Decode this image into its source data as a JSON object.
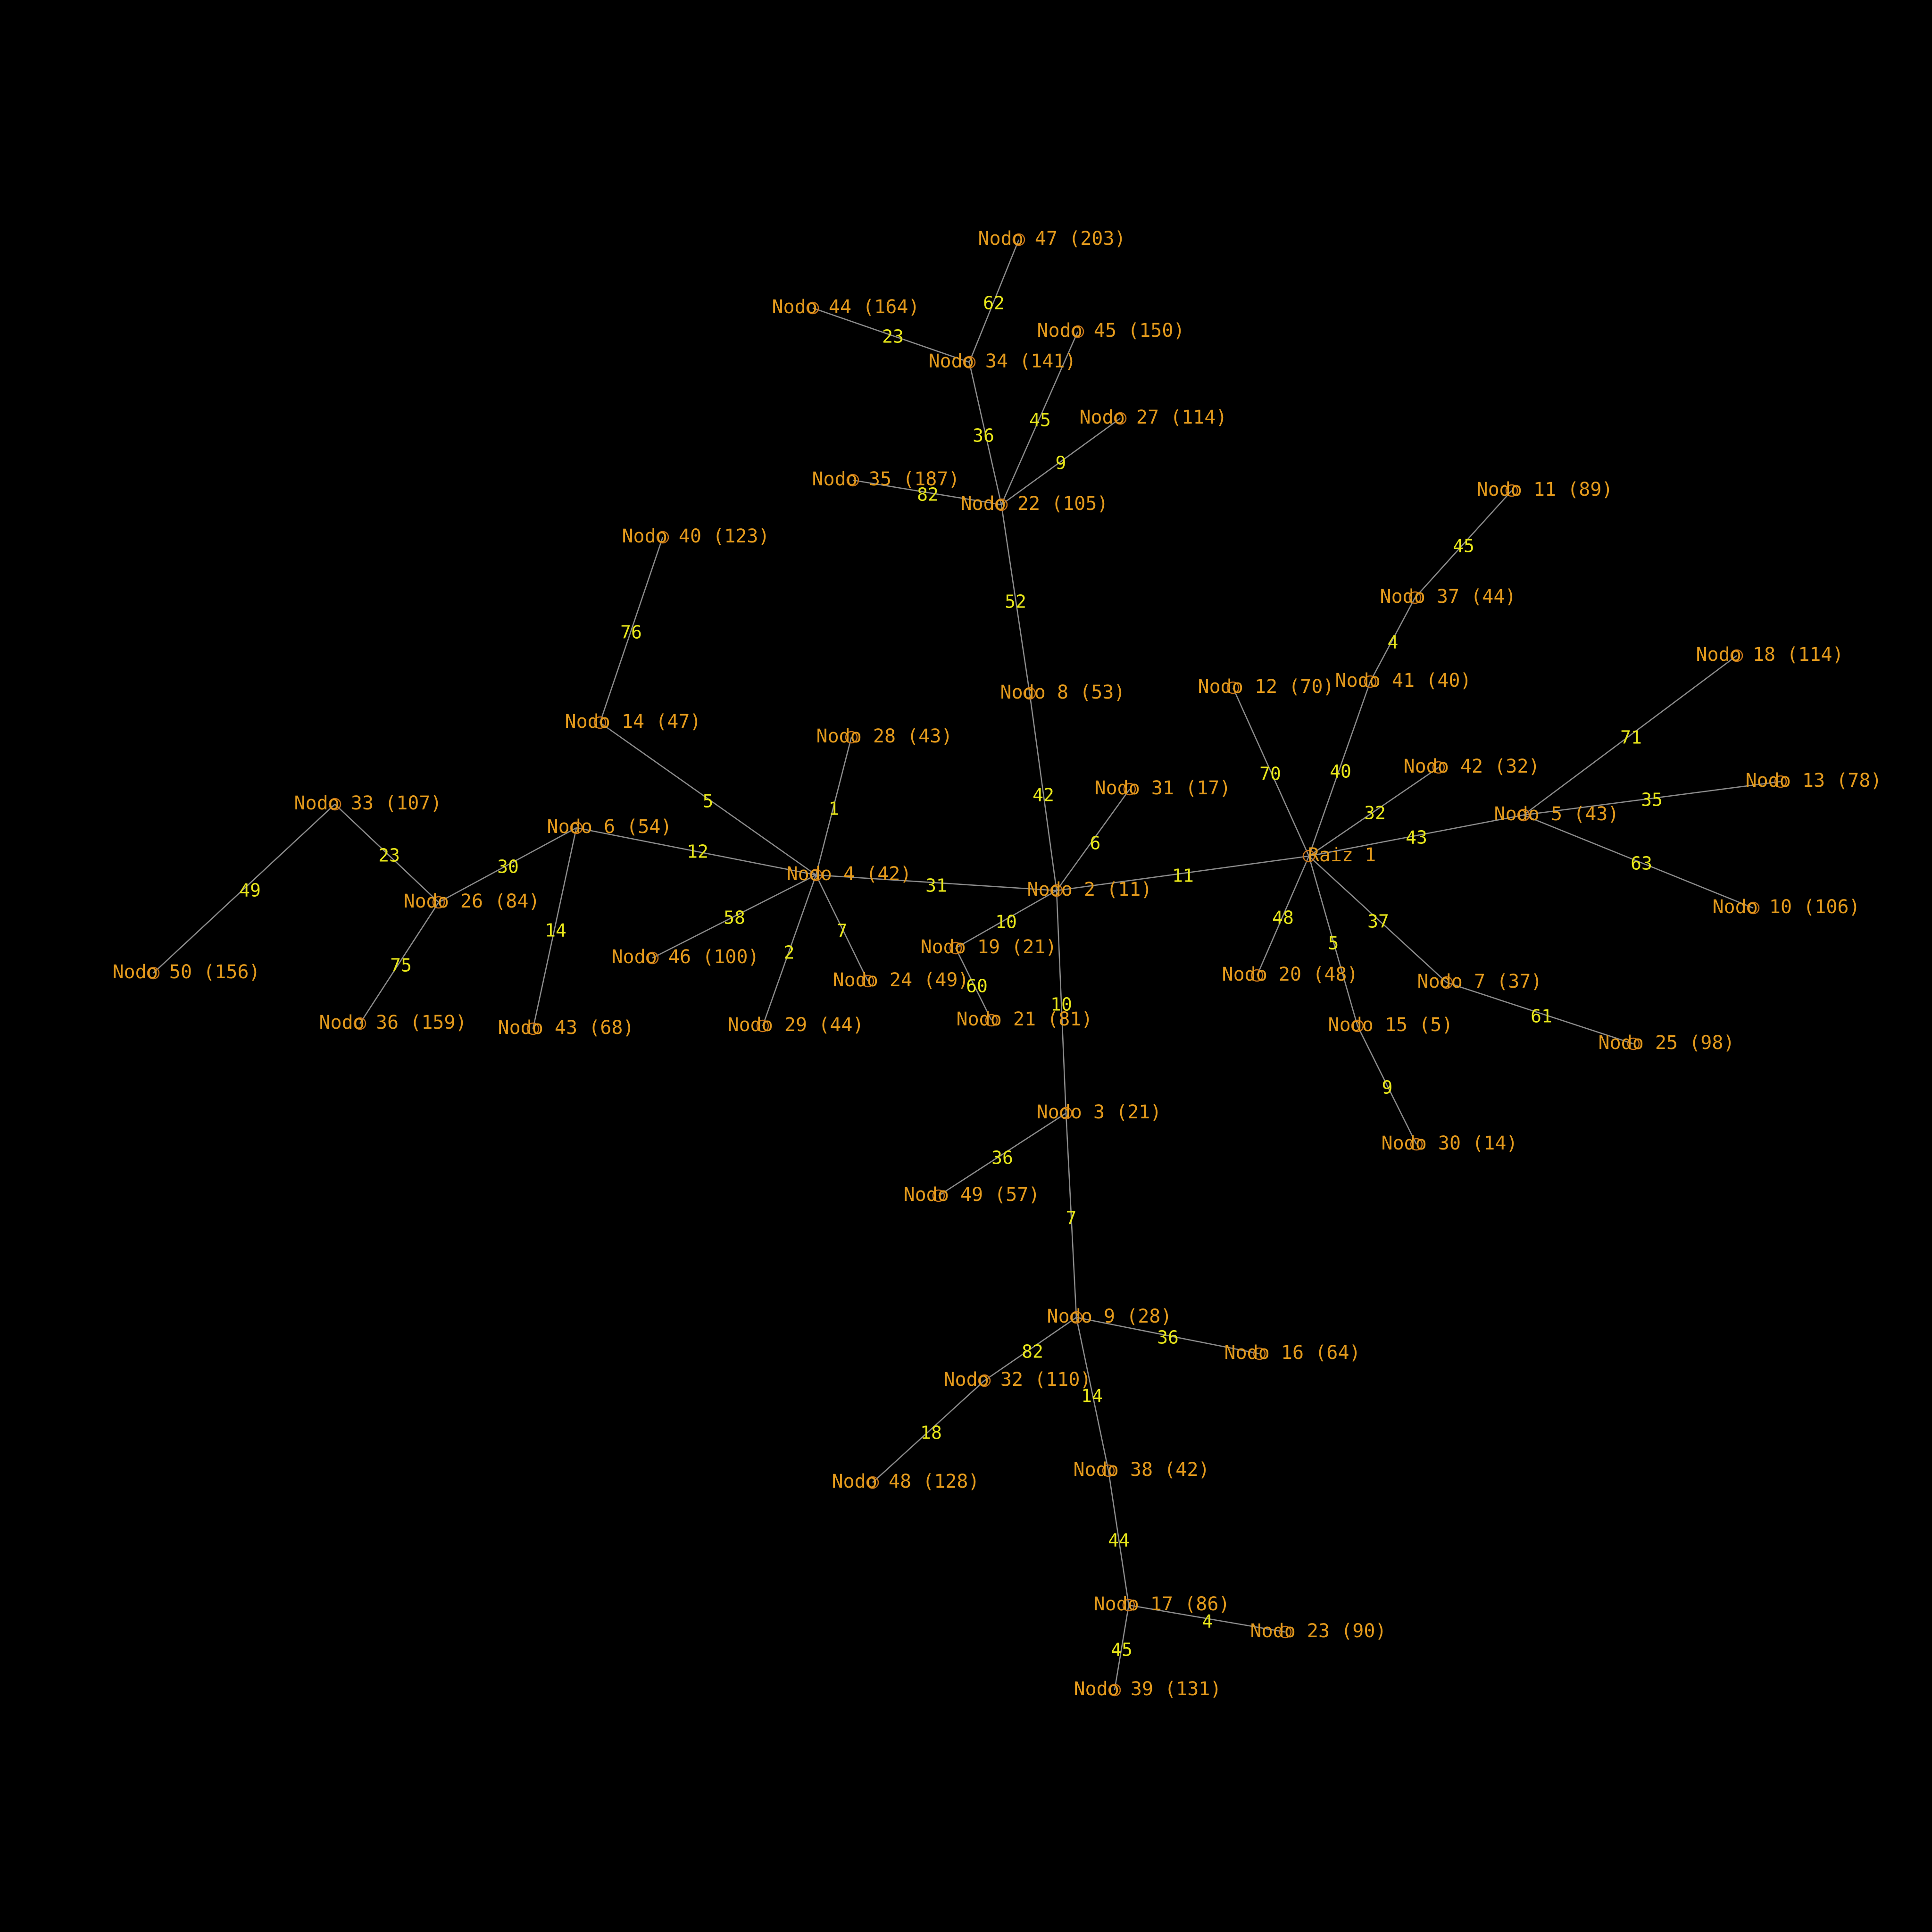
{
  "graph": {
    "colors": {
      "background": "#000000",
      "edge": "#8a8a8a",
      "node_label": "#e39a1c",
      "weight_label": "#e8e61a"
    },
    "nodes": [
      {
        "id": "raiz",
        "label": "Raiz 1"
      },
      {
        "id": "n2",
        "label": "Nodo 2 (11)"
      },
      {
        "id": "n3",
        "label": "Nodo 3 (21)"
      },
      {
        "id": "n4",
        "label": "Nodo 4 (42)"
      },
      {
        "id": "n5",
        "label": "Nodo 5 (43)"
      },
      {
        "id": "n6",
        "label": "Nodo 6 (54)"
      },
      {
        "id": "n7",
        "label": "Nodo 7 (37)"
      },
      {
        "id": "n8",
        "label": "Nodo 8 (53)"
      },
      {
        "id": "n9",
        "label": "Nodo 9 (28)"
      },
      {
        "id": "n10",
        "label": "Nodo 10 (106)"
      },
      {
        "id": "n11",
        "label": "Nodo 11 (89)"
      },
      {
        "id": "n12",
        "label": "Nodo 12 (70)"
      },
      {
        "id": "n13",
        "label": "Nodo 13 (78)"
      },
      {
        "id": "n14",
        "label": "Nodo 14 (47)"
      },
      {
        "id": "n15",
        "label": "Nodo 15 (5)"
      },
      {
        "id": "n16",
        "label": "Nodo 16 (64)"
      },
      {
        "id": "n17",
        "label": "Nodo 17 (86)"
      },
      {
        "id": "n18",
        "label": "Nodo 18 (114)"
      },
      {
        "id": "n19",
        "label": "Nodo 19 (21)"
      },
      {
        "id": "n20",
        "label": "Nodo 20 (48)"
      },
      {
        "id": "n21",
        "label": "Nodo 21 (81)"
      },
      {
        "id": "n22",
        "label": "Nodo 22 (105)"
      },
      {
        "id": "n23",
        "label": "Nodo 23 (90)"
      },
      {
        "id": "n24",
        "label": "Nodo 24 (49)"
      },
      {
        "id": "n25",
        "label": "Nodo 25 (98)"
      },
      {
        "id": "n26",
        "label": "Nodo 26 (84)"
      },
      {
        "id": "n27",
        "label": "Nodo 27 (114)"
      },
      {
        "id": "n28",
        "label": "Nodo 28 (43)"
      },
      {
        "id": "n29",
        "label": "Nodo 29 (44)"
      },
      {
        "id": "n30",
        "label": "Nodo 30 (14)"
      },
      {
        "id": "n31",
        "label": "Nodo 31 (17)"
      },
      {
        "id": "n32",
        "label": "Nodo 32 (110)"
      },
      {
        "id": "n33",
        "label": "Nodo 33 (107)"
      },
      {
        "id": "n34",
        "label": "Nodo 34 (141)"
      },
      {
        "id": "n35",
        "label": "Nodo 35 (187)"
      },
      {
        "id": "n36",
        "label": "Nodo 36 (159)"
      },
      {
        "id": "n37",
        "label": "Nodo 37 (44)"
      },
      {
        "id": "n38",
        "label": "Nodo 38 (42)"
      },
      {
        "id": "n39",
        "label": "Nodo 39 (131)"
      },
      {
        "id": "n40",
        "label": "Nodo 40 (123)"
      },
      {
        "id": "n41",
        "label": "Nodo 41 (40)"
      },
      {
        "id": "n42",
        "label": "Nodo 42 (32)"
      },
      {
        "id": "n43",
        "label": "Nodo 43 (68)"
      },
      {
        "id": "n44",
        "label": "Nodo 44 (164)"
      },
      {
        "id": "n45",
        "label": "Nodo 45 (150)"
      },
      {
        "id": "n46",
        "label": "Nodo 46 (100)"
      },
      {
        "id": "n47",
        "label": "Nodo 47 (203)"
      },
      {
        "id": "n48",
        "label": "Nodo 48 (128)"
      },
      {
        "id": "n49",
        "label": "Nodo 49 (57)"
      },
      {
        "id": "n50",
        "label": "Nodo 50 (156)"
      }
    ],
    "edges": [
      {
        "from": "raiz",
        "to": "n2",
        "weight": "11"
      },
      {
        "from": "raiz",
        "to": "n5",
        "weight": "43"
      },
      {
        "from": "raiz",
        "to": "n7",
        "weight": "37"
      },
      {
        "from": "raiz",
        "to": "n12",
        "weight": "70"
      },
      {
        "from": "raiz",
        "to": "n15",
        "weight": "5"
      },
      {
        "from": "raiz",
        "to": "n20",
        "weight": "48"
      },
      {
        "from": "raiz",
        "to": "n41",
        "weight": "40"
      },
      {
        "from": "raiz",
        "to": "n42",
        "weight": "32"
      },
      {
        "from": "n5",
        "to": "n18",
        "weight": "71"
      },
      {
        "from": "n5",
        "to": "n13",
        "weight": "35"
      },
      {
        "from": "n5",
        "to": "n10",
        "weight": "63"
      },
      {
        "from": "n7",
        "to": "n25",
        "weight": "61"
      },
      {
        "from": "n15",
        "to": "n30",
        "weight": "9"
      },
      {
        "from": "n41",
        "to": "n37",
        "weight": "4"
      },
      {
        "from": "n37",
        "to": "n11",
        "weight": "45"
      },
      {
        "from": "n2",
        "to": "n8",
        "weight": "42"
      },
      {
        "from": "n2",
        "to": "n31",
        "weight": "6"
      },
      {
        "from": "n2",
        "to": "n4",
        "weight": "31"
      },
      {
        "from": "n2",
        "to": "n19",
        "weight": "10"
      },
      {
        "from": "n2",
        "to": "n3",
        "weight": "10"
      },
      {
        "from": "n19",
        "to": "n21",
        "weight": "60"
      },
      {
        "from": "n8",
        "to": "n22",
        "weight": "52"
      },
      {
        "from": "n22",
        "to": "n35",
        "weight": "82"
      },
      {
        "from": "n22",
        "to": "n34",
        "weight": "36"
      },
      {
        "from": "n22",
        "to": "n45",
        "weight": "45"
      },
      {
        "from": "n22",
        "to": "n27",
        "weight": "9"
      },
      {
        "from": "n34",
        "to": "n44",
        "weight": "23"
      },
      {
        "from": "n34",
        "to": "n47",
        "weight": "62"
      },
      {
        "from": "n4",
        "to": "n28",
        "weight": "1"
      },
      {
        "from": "n4",
        "to": "n14",
        "weight": "5"
      },
      {
        "from": "n4",
        "to": "n6",
        "weight": "12"
      },
      {
        "from": "n4",
        "to": "n46",
        "weight": "58"
      },
      {
        "from": "n4",
        "to": "n29",
        "weight": "2"
      },
      {
        "from": "n4",
        "to": "n24",
        "weight": "7"
      },
      {
        "from": "n14",
        "to": "n40",
        "weight": "76"
      },
      {
        "from": "n6",
        "to": "n26",
        "weight": "30"
      },
      {
        "from": "n6",
        "to": "n43",
        "weight": "14"
      },
      {
        "from": "n26",
        "to": "n33",
        "weight": "23"
      },
      {
        "from": "n26",
        "to": "n36",
        "weight": "75"
      },
      {
        "from": "n33",
        "to": "n50",
        "weight": "49"
      },
      {
        "from": "n3",
        "to": "n49",
        "weight": "36"
      },
      {
        "from": "n3",
        "to": "n9",
        "weight": "7"
      },
      {
        "from": "n9",
        "to": "n16",
        "weight": "36"
      },
      {
        "from": "n9",
        "to": "n32",
        "weight": "82"
      },
      {
        "from": "n9",
        "to": "n38",
        "weight": "14"
      },
      {
        "from": "n32",
        "to": "n48",
        "weight": "18"
      },
      {
        "from": "n38",
        "to": "n17",
        "weight": "44"
      },
      {
        "from": "n17",
        "to": "n23",
        "weight": "4"
      },
      {
        "from": "n17",
        "to": "n39",
        "weight": "45"
      }
    ]
  }
}
